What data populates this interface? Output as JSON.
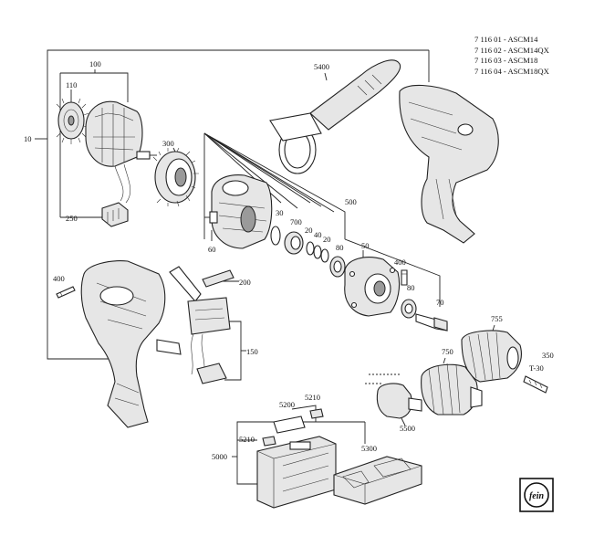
{
  "models": [
    "7 116 01 - ASCM14",
    "7 116 02 - ASCM14QX",
    "7 116 03 - ASCM18",
    "7 116 04 - ASCM18QX"
  ],
  "labels": {
    "p10": "10",
    "p100": "100",
    "p110": "110",
    "p250": "250",
    "p300": "300",
    "p60": "60",
    "p30": "30",
    "p700": "700",
    "p20a": "20",
    "p40": "40",
    "p20b": "20",
    "p80a": "80",
    "p500": "500",
    "p50": "50",
    "p5400": "5400",
    "p400a": "400",
    "p400b": "400",
    "p80b": "80",
    "p70": "70",
    "p200": "200",
    "p150": "150",
    "p755": "755",
    "p750": "750",
    "p350": "350",
    "pT30": "T-30",
    "p5500": "5500",
    "p5200": "5200",
    "p5210a": "5210",
    "p5210b": "5210",
    "p5000": "5000",
    "p5300": "5300"
  },
  "logo_text": "fein"
}
